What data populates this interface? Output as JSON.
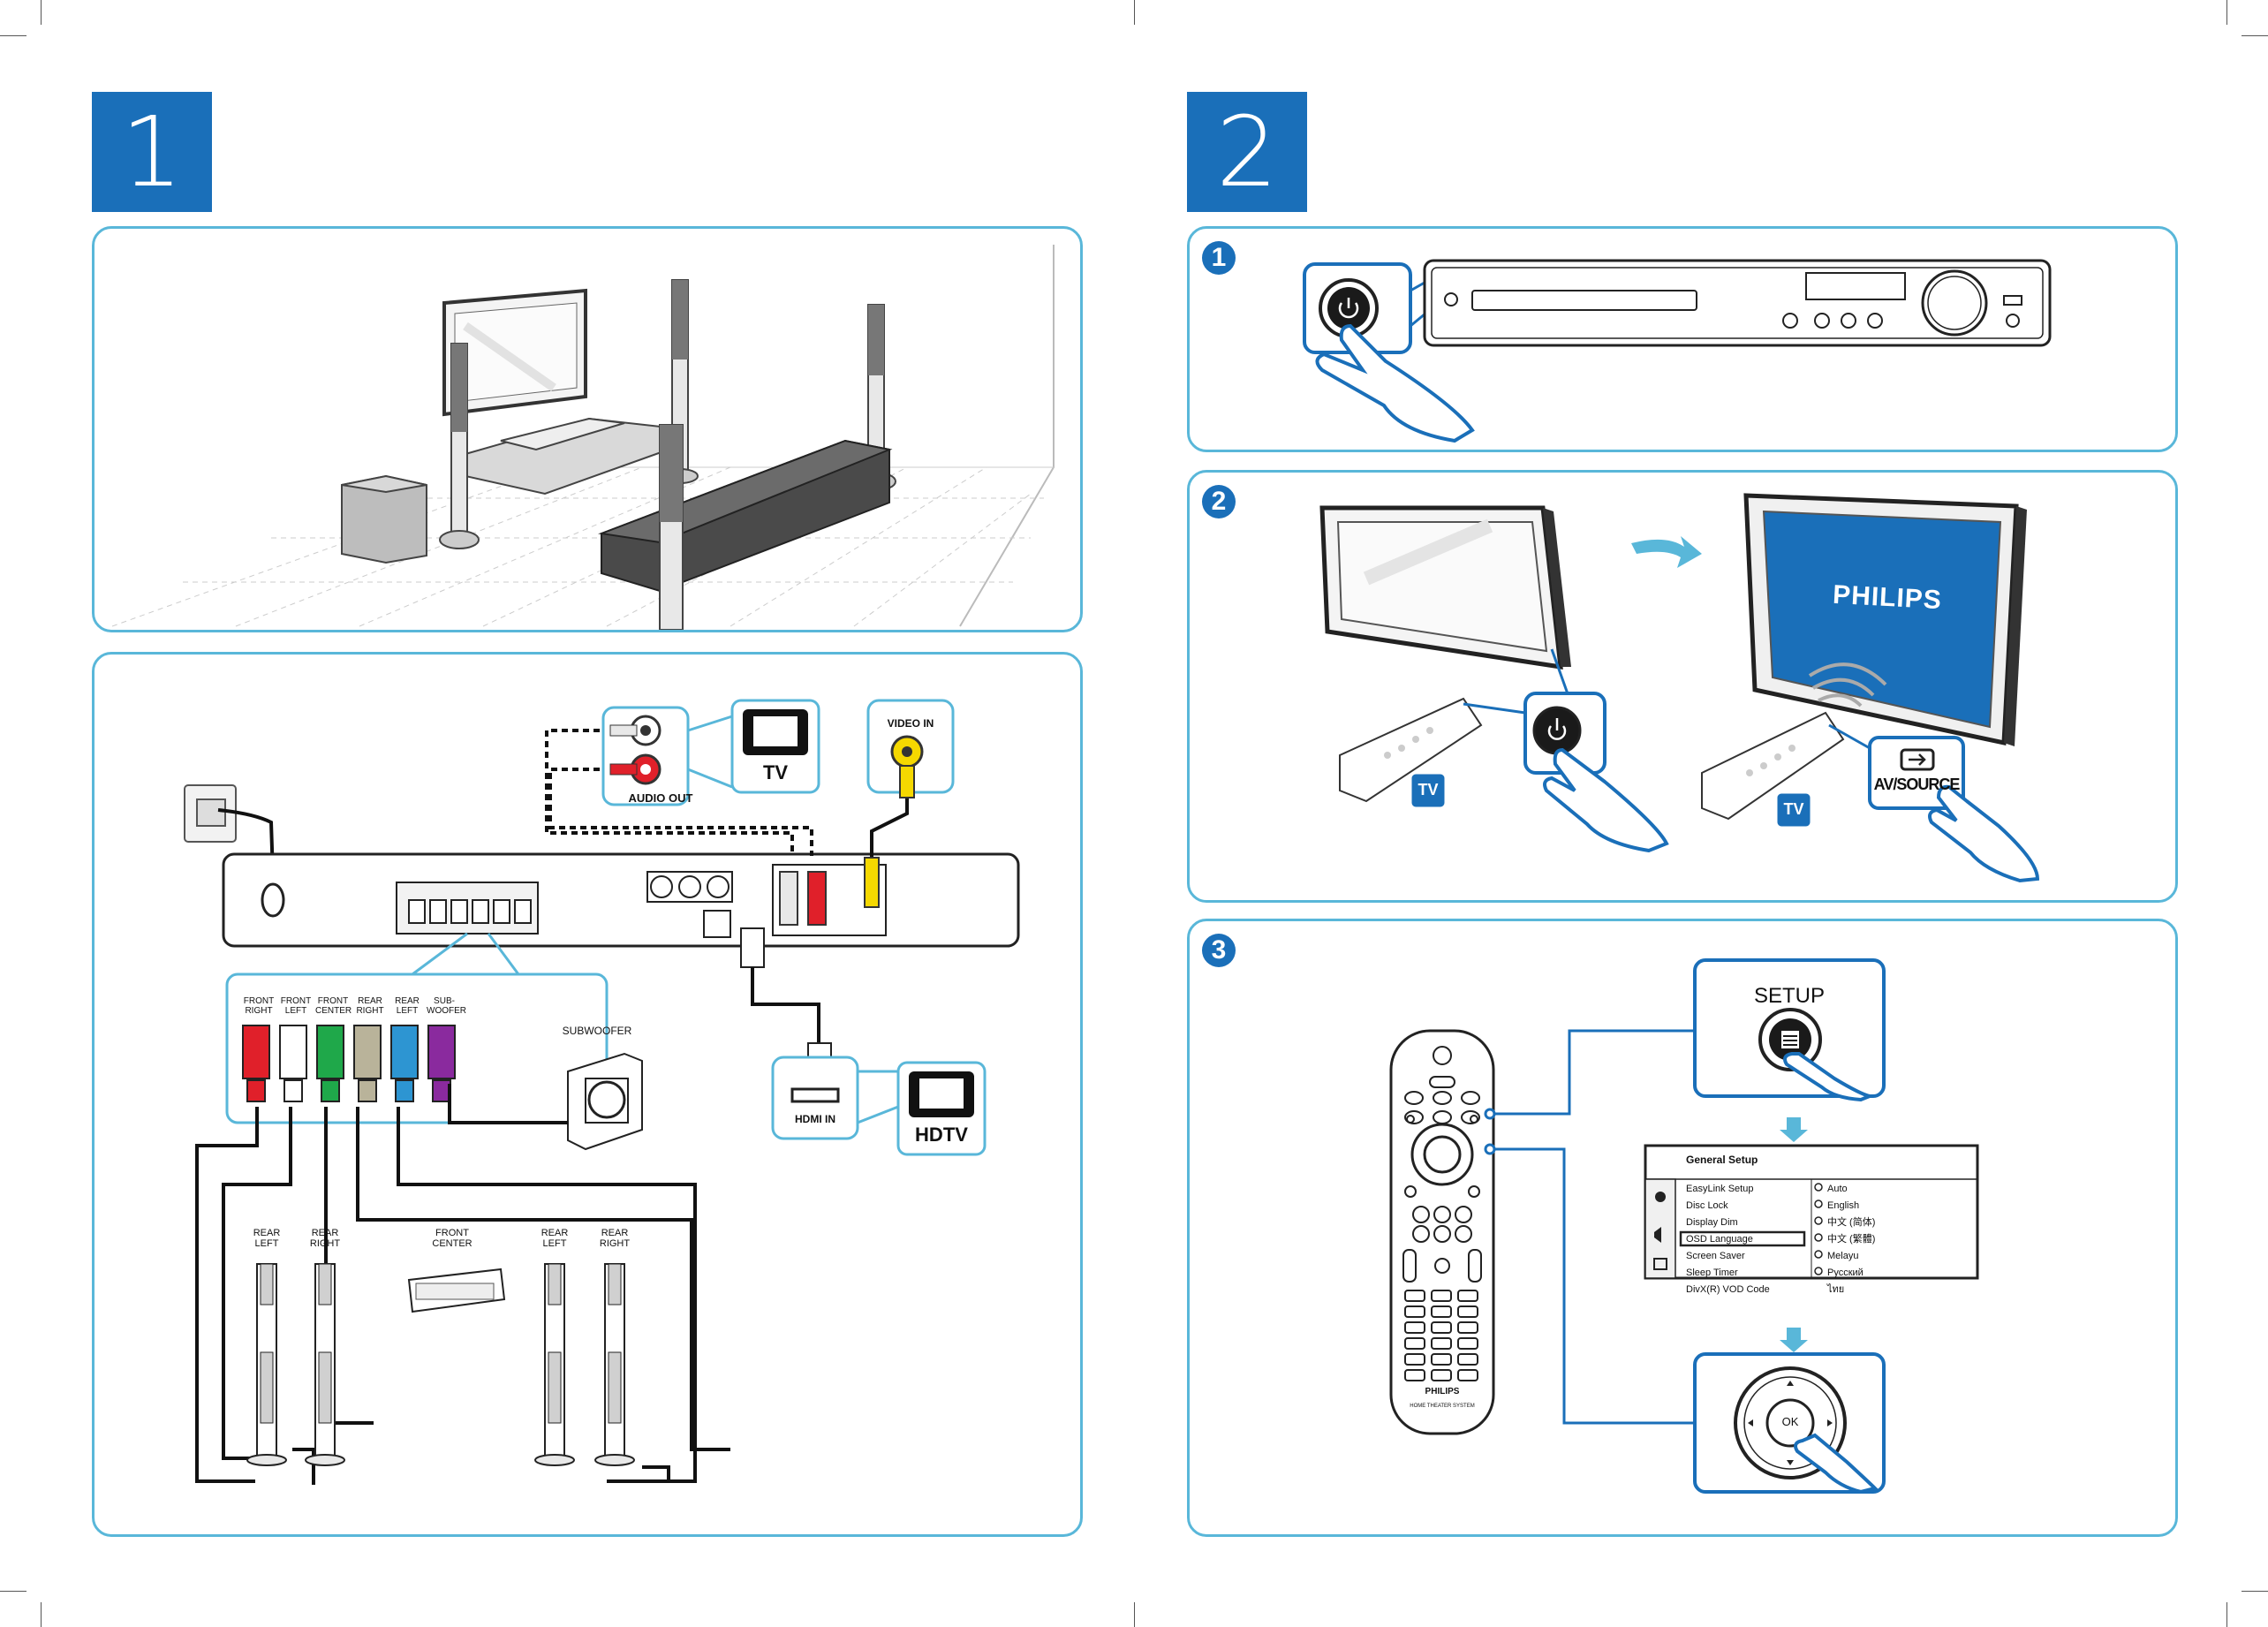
{
  "steps": {
    "one": "1",
    "two": "2"
  },
  "sub_steps": {
    "a": "1",
    "b": "2",
    "c": "3"
  },
  "connections": {
    "audio_out": "AUDIO OUT",
    "tv": "TV",
    "video_in": "VIDEO IN",
    "hdmi_in": "HDMI IN",
    "hdtv": "HDTV",
    "subwoofer": "SUBWOOFER",
    "speaker_ports": [
      {
        "label": "FRONT RIGHT",
        "color": "#e0202a"
      },
      {
        "label": "FRONT LEFT",
        "color": "#ffffff"
      },
      {
        "label": "FRONT CENTER",
        "color": "#1fa84a"
      },
      {
        "label": "REAR RIGHT",
        "color": "#b9b39a"
      },
      {
        "label": "REAR LEFT",
        "color": "#2d95d2"
      },
      {
        "label": "SUB-WOOFER",
        "color": "#8a2a9e"
      }
    ],
    "speakers": {
      "rear_left_1": "REAR LEFT",
      "rear_right_1": "REAR RIGHT",
      "front_center": "FRONT CENTER",
      "rear_left_2": "REAR LEFT",
      "rear_right_2": "REAR RIGHT"
    }
  },
  "tv_step": {
    "brand": "PHILIPS",
    "tv_badge": "TV",
    "av_source": "AV/SOURCE"
  },
  "setup_step": {
    "setup_label": "SETUP",
    "ok_label": "OK",
    "remote_brand": "PHILIPS",
    "remote_sub": "HOME THEATER SYSTEM",
    "menu_title": "General Setup",
    "menu_items": [
      "EasyLink Setup",
      "Disc Lock",
      "Display Dim",
      "OSD Language",
      "Screen Saver",
      "Sleep Timer",
      "DivX(R) VOD Code"
    ],
    "menu_selected": "OSD Language",
    "languages": [
      "Auto",
      "English",
      "中文 (简体)",
      "中文 (繁體)",
      "Melayu",
      "Русский",
      "ไทย"
    ]
  },
  "colors": {
    "accent": "#1a6fb9",
    "panel_border": "#59b7d9"
  }
}
